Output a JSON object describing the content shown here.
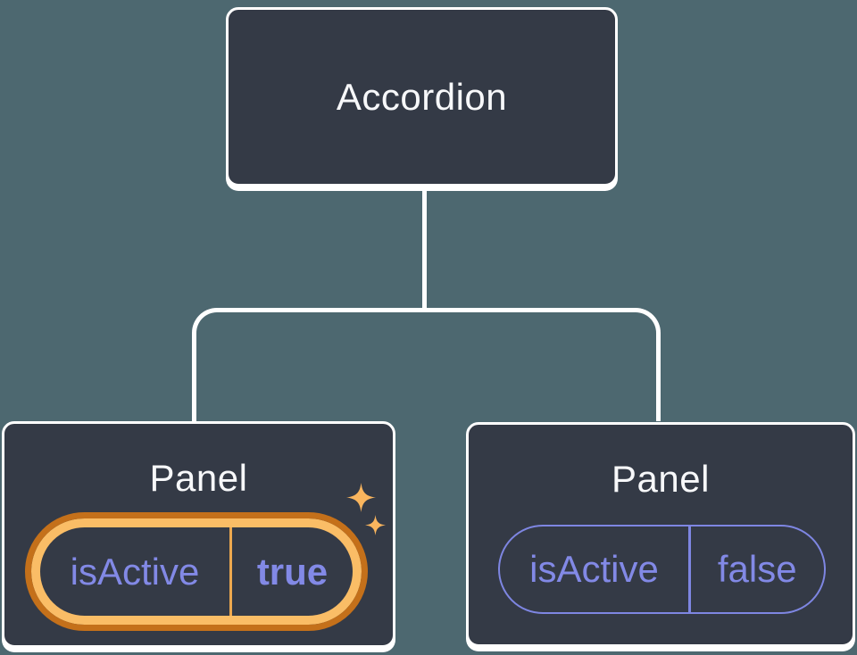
{
  "diagram": {
    "title_hint": "component tree: Accordion with two Panel children",
    "colors": {
      "background": "#4d6870",
      "node_fill": "#343a46",
      "node_border": "#ffffff",
      "connector": "#ffffff",
      "text_primary": "#f7f8fa",
      "state_purple": "#8289e6",
      "pill_border_purple": "#7e86e2",
      "highlight_ring_outer": "#c4701a",
      "highlight_ring_inner": "#fabd66",
      "highlight_divider": "#eda84f",
      "sparkle": "#f9b55e"
    },
    "icons": {
      "sparkle": "four-point-star"
    },
    "root": {
      "label": "Accordion"
    },
    "panels": [
      {
        "label": "Panel",
        "prop": {
          "name": "isActive",
          "value": "true"
        },
        "highlighted": true
      },
      {
        "label": "Panel",
        "prop": {
          "name": "isActive",
          "value": "false"
        },
        "highlighted": false
      }
    ]
  }
}
